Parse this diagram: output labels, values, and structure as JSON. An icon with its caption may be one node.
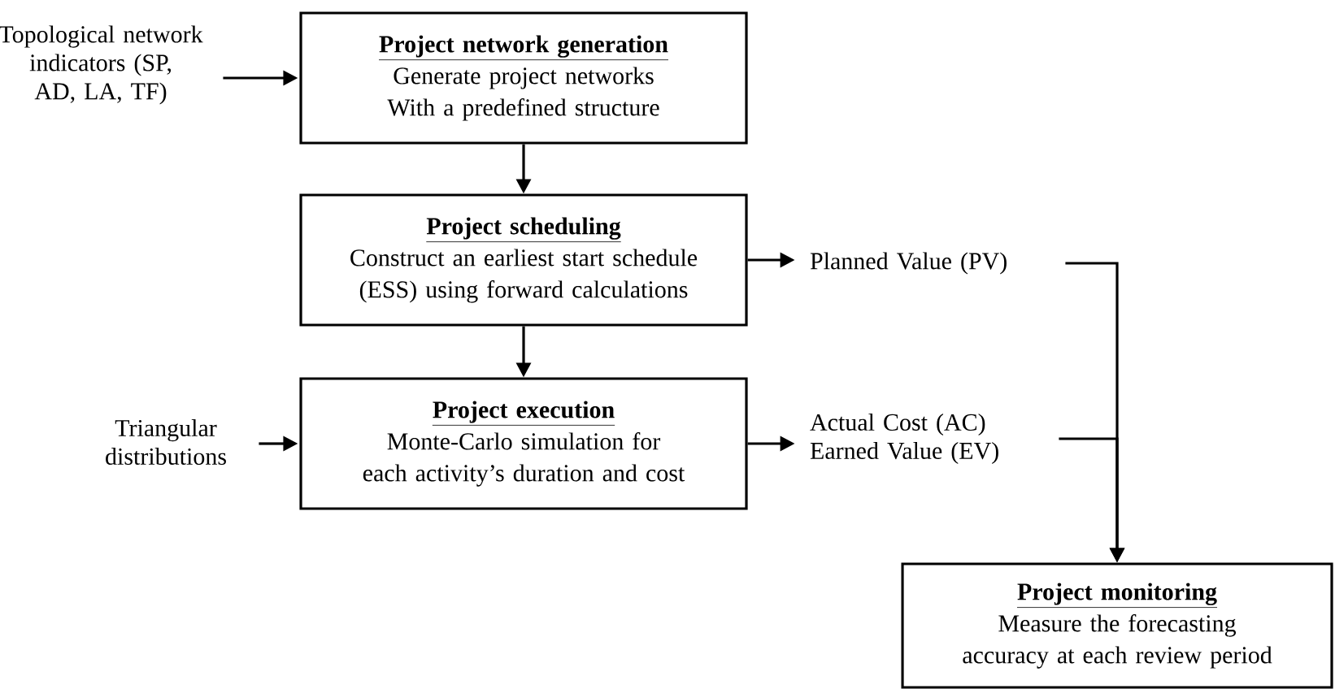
{
  "diagram": {
    "nodes": [
      {
        "text": [
          "Topological network indicators (SP, AD, LA, TF)"
        ]
      },
      {
        "text": [
          "Project network generation",
          "Generate project networks With a predefined structure"
        ]
      },
      {
        "text": [
          "Project scheduling",
          "Construct an earliest start schedule (ESS) using forward calculations"
        ]
      },
      {
        "text": [
          "Triangular distributions"
        ]
      },
      {
        "text": [
          "Project execution",
          "Monte-Carlo simulation for each activity’s duration and cost"
        ]
      },
      {
        "text": [
          "Planned Value (PV)"
        ]
      },
      {
        "text": [
          "Actual Cost (AC)",
          "Earned Value (EV)"
        ]
      },
      {
        "text": [
          "Project monitoring",
          "Measure the forecasting accuracy at each review period"
        ]
      }
    ],
    "edges": [
      {
        "from": 0,
        "to": 1,
        "arrow": "to"
      },
      {
        "from": 1,
        "to": 2,
        "arrow": "to"
      },
      {
        "from": 2,
        "to": 5,
        "arrow": "to"
      },
      {
        "from": 2,
        "to": 4,
        "arrow": "to"
      },
      {
        "from": 3,
        "to": 4,
        "arrow": "to"
      },
      {
        "from": 4,
        "to": 6,
        "arrow": "to"
      },
      {
        "from": 5,
        "to": 7,
        "arrow": "to"
      },
      {
        "from": 6,
        "to": 7,
        "arrow": "to"
      }
    ]
  }
}
